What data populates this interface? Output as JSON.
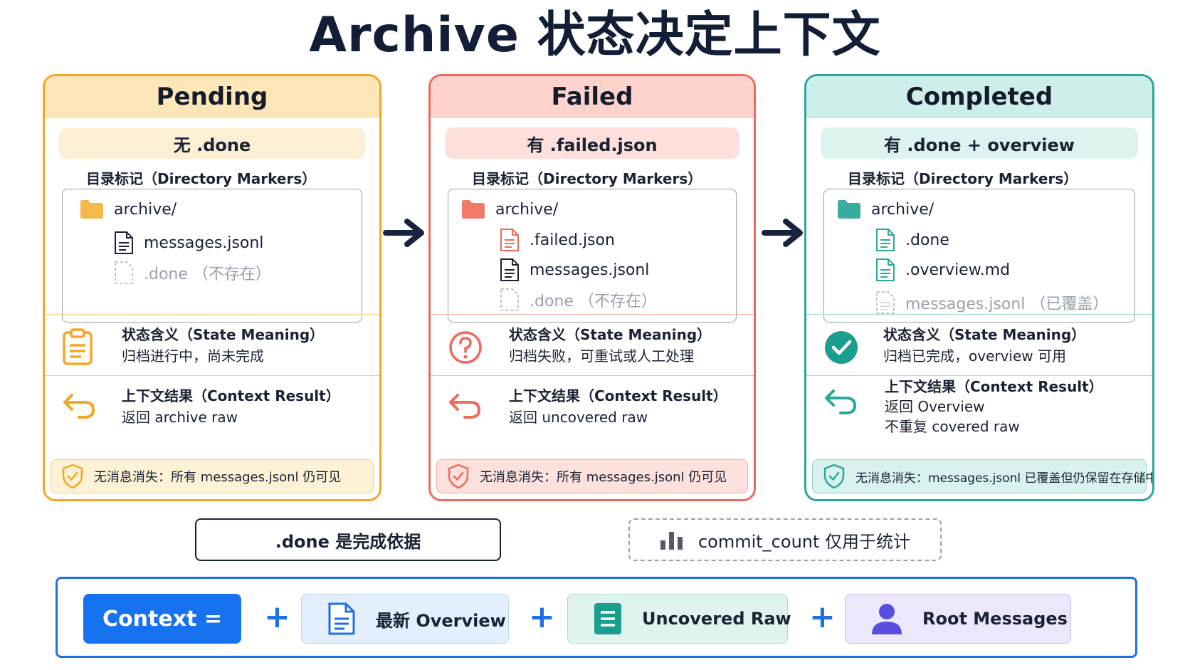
{
  "title": "Archive 状态决定上下文",
  "colors": {
    "pending": "#f5a623",
    "failed": "#ef6a5a",
    "completed": "#2aa89b",
    "context_blue": "#1672ee"
  },
  "cards": [
    {
      "title": "Pending",
      "tag": "无 .done",
      "markers_label": "目录标记（Directory Markers）",
      "tree": [
        {
          "icon": "folder-icon",
          "text": "archive/",
          "muted": false
        },
        {
          "icon": "file-icon",
          "text": "messages.jsonl",
          "muted": false
        },
        {
          "icon": "dashed-file-icon",
          "text": ".done （不存在）",
          "muted": true
        }
      ],
      "state_title": "状态含义（State Meaning）",
      "state_text": "归档进行中，尚未完成",
      "state_icon": "clipboard-icon",
      "context_title": "上下文结果（Context Result）",
      "context_lines": [
        "返回 archive raw"
      ],
      "context_icon": "return-arrow-icon",
      "note_icon": "shield-check-icon",
      "note": "无消息消失：所有 messages.jsonl 仍可见"
    },
    {
      "title": "Failed",
      "tag": "有 .failed.json",
      "markers_label": "目录标记（Directory Markers）",
      "tree": [
        {
          "icon": "folder-icon",
          "text": "archive/",
          "muted": false
        },
        {
          "icon": "file-red-icon",
          "text": ".failed.json",
          "muted": false
        },
        {
          "icon": "file-icon",
          "text": "messages.jsonl",
          "muted": false
        },
        {
          "icon": "dashed-file-icon",
          "text": ".done （不存在）",
          "muted": true
        }
      ],
      "state_title": "状态含义（State Meaning）",
      "state_text": "归档失败，可重试或人工处理",
      "state_icon": "question-circle-icon",
      "context_title": "上下文结果（Context Result）",
      "context_lines": [
        "返回 uncovered raw"
      ],
      "context_icon": "return-arrow-icon",
      "note_icon": "shield-check-icon",
      "note": "无消息消失：所有 messages.jsonl 仍可见"
    },
    {
      "title": "Completed",
      "tag": "有 .done + overview",
      "markers_label": "目录标记（Directory Markers）",
      "tree": [
        {
          "icon": "folder-icon",
          "text": "archive/",
          "muted": false
        },
        {
          "icon": "file-teal-icon",
          "text": ".done",
          "muted": false
        },
        {
          "icon": "file-teal-icon",
          "text": ".overview.md",
          "muted": false
        },
        {
          "icon": "dashed-file-icon",
          "text": "messages.jsonl （已覆盖）",
          "muted": true
        }
      ],
      "state_title": "状态含义（State Meaning）",
      "state_text": "归档已完成，overview 可用",
      "state_icon": "check-circle-icon",
      "context_title": "上下文结果（Context Result）",
      "context_lines": [
        "返回 Overview",
        "不重复 covered raw"
      ],
      "context_icon": "return-arrow-icon",
      "note_icon": "shield-check-icon",
      "note": "无消息消失：messages.jsonl 已覆盖但仍保留在存储中"
    }
  ],
  "done_rule": ".done 是完成依据",
  "commit_rule": "commit_count 仅用于统计",
  "formula": {
    "lhs": "Context =",
    "plus": "+",
    "terms": [
      {
        "label": "最新 Overview",
        "icon": "document-icon"
      },
      {
        "label": "Uncovered Raw",
        "icon": "list-doc-icon"
      },
      {
        "label": "Root Messages",
        "icon": "user-icon"
      }
    ]
  }
}
